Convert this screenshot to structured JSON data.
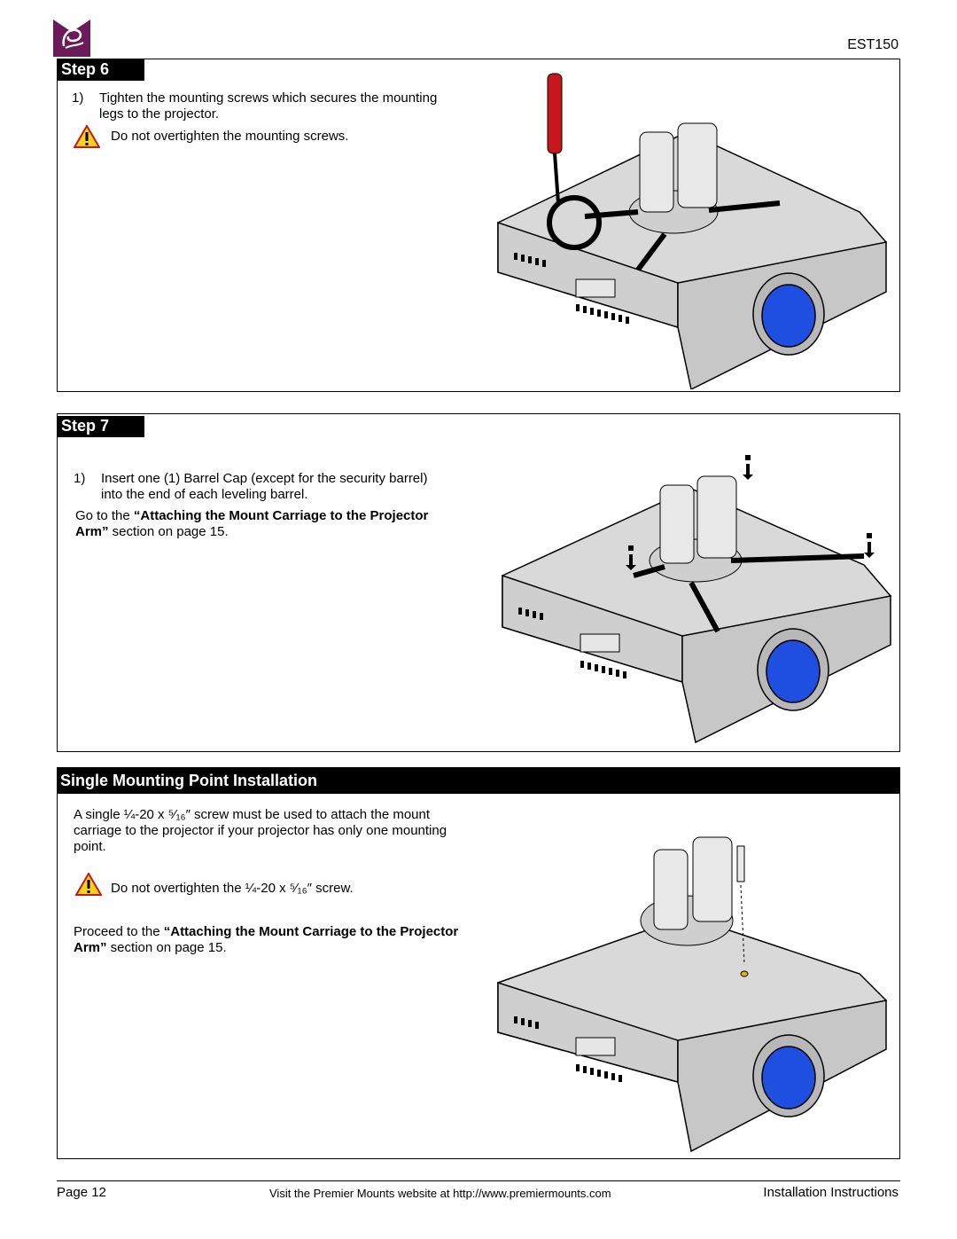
{
  "header": {
    "model": "EST150"
  },
  "step6": {
    "title": "Step 6",
    "item_number": "1)",
    "item_text": "Tighten the mounting screws which secures the mounting legs to the projector.",
    "warning": "Do not overtighten the mounting screws."
  },
  "step7": {
    "title": "Step 7",
    "item_number": "1)",
    "item_text": "Insert one (1) Barrel Cap (except for the security barrel) into the end of each leveling barrel.",
    "goto_prefix": "Go to the ",
    "goto_bold": "“Attaching the Mount Carriage to the Projector Arm”",
    "goto_suffix": " section on page 15."
  },
  "single": {
    "title": "Single Mounting Point Installation",
    "intro": "A single ¼-20 x ⁵⁄₁₆″ screw must be used to attach the mount carriage to the projector if your projector has only one mounting point.",
    "warning": "Do not overtighten the ¼-20 x ⁵⁄₁₆″ screw.",
    "proceed_prefix": "Proceed to the ",
    "proceed_bold": "“Attaching the Mount Carriage to the Projector Arm”",
    "proceed_suffix": " section on page 15."
  },
  "footer": {
    "page": "Page 12",
    "website": "Visit the Premier Mounts website at http://www.premiermounts.com",
    "doc_type": "Installation Instructions"
  },
  "colors": {
    "brand": "#6b1a5a",
    "lens": "#1f4fe0",
    "screwdriver": "#c8171c",
    "warning": "#f7d21e"
  }
}
